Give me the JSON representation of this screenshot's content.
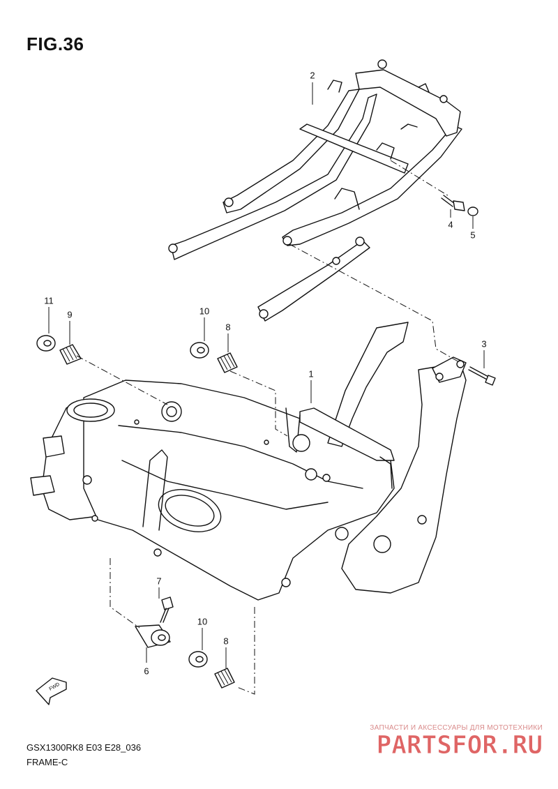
{
  "figure": {
    "title": "FIG.36"
  },
  "callouts": [
    {
      "id": "c1",
      "label": "1"
    },
    {
      "id": "c2",
      "label": "2"
    },
    {
      "id": "c3",
      "label": "3"
    },
    {
      "id": "c4",
      "label": "4"
    },
    {
      "id": "c5",
      "label": "5"
    },
    {
      "id": "c6",
      "label": "6"
    },
    {
      "id": "c7",
      "label": "7"
    },
    {
      "id": "c8a",
      "label": "8"
    },
    {
      "id": "c8b",
      "label": "8"
    },
    {
      "id": "c9",
      "label": "9"
    },
    {
      "id": "c10a",
      "label": "10"
    },
    {
      "id": "c10b",
      "label": "10"
    },
    {
      "id": "c11",
      "label": "11"
    }
  ],
  "fwd_label": "FWD",
  "footer": {
    "model_code": "GSX1300RK8 E03 E28_036",
    "diagram_name": "FRAME-C"
  },
  "watermark": {
    "tagline": "ЗАПЧАСТИ И АКСЕССУАРЫ ДЛЯ МОТОТЕХНИКИ",
    "logo_text": "PARTSFOR.RU",
    "logo_color": "#d94a4a"
  }
}
